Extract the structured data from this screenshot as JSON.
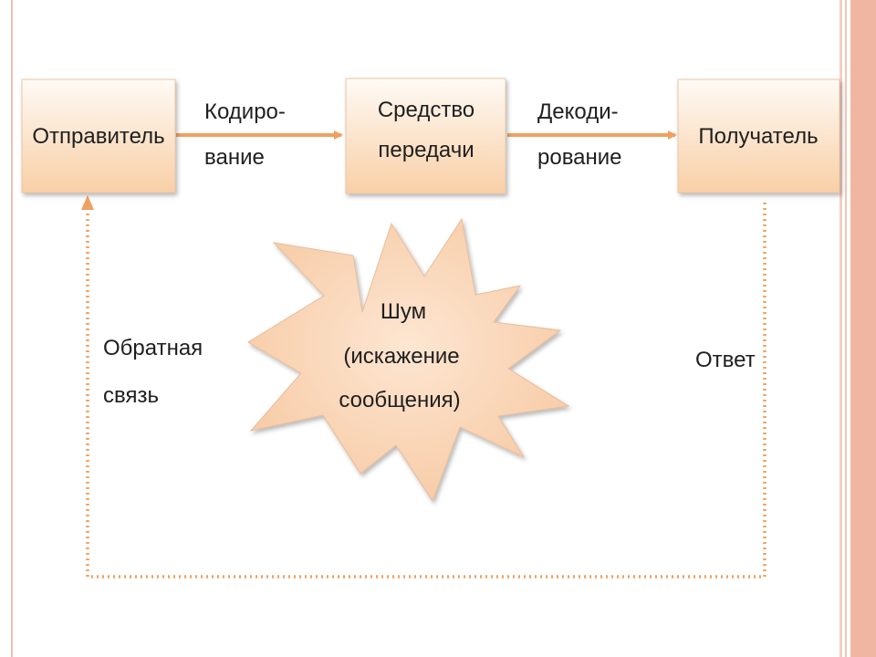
{
  "nodes": {
    "sender": "Отправитель",
    "channel_line1": "Средство",
    "channel_line2": "передачи",
    "receiver": "Получатель"
  },
  "edges": {
    "encoding_line1": "Кодиро-",
    "encoding_line2": "вание",
    "decoding_line1": "Декоди-",
    "decoding_line2": "рование",
    "feedback_line1": "Обратная",
    "feedback_line2": "связь",
    "response": "Ответ"
  },
  "noise": {
    "line1": "Шум",
    "line2": "(искажение",
    "line3": "сообщения)"
  },
  "colors": {
    "box_fill_top": "#fefaf5",
    "box_fill_bottom": "#f9cfa6",
    "arrow": "#f0a060",
    "frame": "#f0b6a2"
  }
}
